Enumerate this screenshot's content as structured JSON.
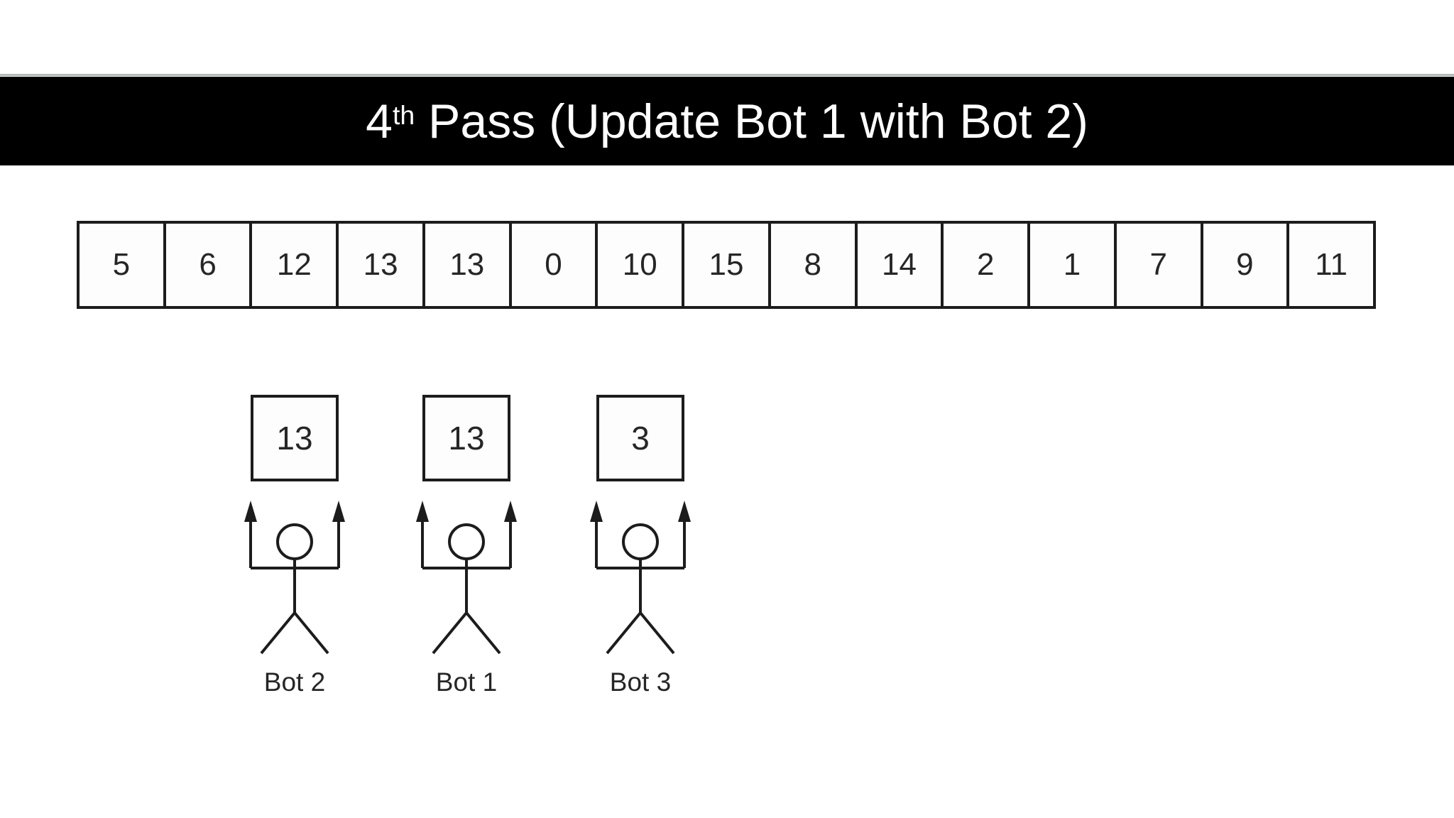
{
  "title": {
    "number": "4",
    "ordinal": "th",
    "rest": " Pass (Update Bot 1 with Bot 2)"
  },
  "array": {
    "cells": [
      "5",
      "6",
      "12",
      "13",
      "13",
      "0",
      "10",
      "15",
      "8",
      "14",
      "2",
      "1",
      "7",
      "9",
      "11"
    ]
  },
  "bots": [
    {
      "value": "13",
      "label": "Bot 2"
    },
    {
      "value": "13",
      "label": "Bot 1"
    },
    {
      "value": "3",
      "label": "Bot 3"
    }
  ],
  "colors": {
    "banner_bg": "#000000",
    "banner_text": "#ffffff",
    "line": "#1c1c1c",
    "number_text": "#262626",
    "page_bg": "#ffffff",
    "hairline": "#b3b9b9"
  }
}
